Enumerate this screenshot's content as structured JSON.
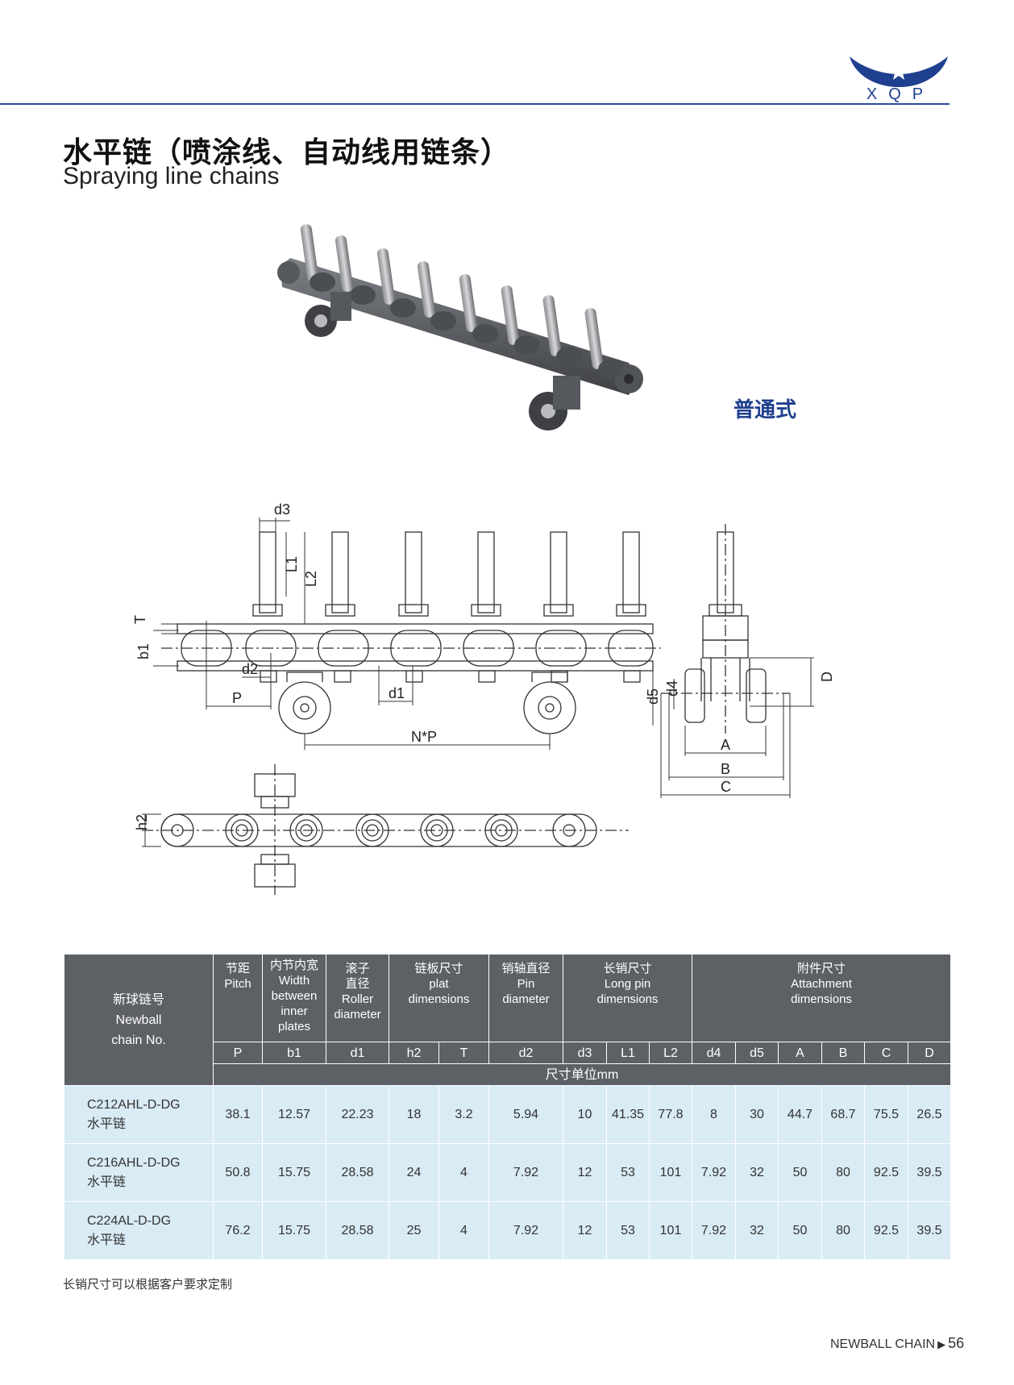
{
  "header": {
    "brand": "XQP",
    "brand_color": "#1f3f8f"
  },
  "title": {
    "cn": "水平链（喷涂线、自动线用链条）",
    "en": "Spraying line chains"
  },
  "product_photo": {
    "variant_label": "普通式"
  },
  "drawing": {
    "labels": {
      "d3": "d3",
      "L1": "L1",
      "L2": "L2",
      "T": "T",
      "b1": "b1",
      "d2": "d2",
      "P": "P",
      "d1": "d1",
      "NP": "N*P",
      "h2": "h2",
      "d5": "d5",
      "d4": "d4",
      "D": "D",
      "A": "A",
      "B": "B",
      "C": "C"
    }
  },
  "table": {
    "model_header": [
      "新球链号",
      "Newball",
      "chain No."
    ],
    "group_headers": [
      {
        "lines": [
          "节距",
          "Pitch"
        ]
      },
      {
        "lines": [
          "内节内宽",
          "Width",
          "between",
          "inner",
          "plates"
        ]
      },
      {
        "lines": [
          "滚子",
          "直径",
          "Roller",
          "diameter"
        ]
      },
      {
        "lines": [
          "链板尺寸",
          "plat",
          "dimensions"
        ]
      },
      {
        "lines": [
          "销轴直径",
          "Pin",
          "diameter"
        ]
      },
      {
        "lines": [
          "长销尺寸",
          "Long pin",
          "dimensions"
        ]
      },
      {
        "lines": [
          "附件尺寸",
          "Attachment",
          "dimensions"
        ]
      }
    ],
    "symbols": [
      "P",
      "b1",
      "d1",
      "h2",
      "T",
      "d2",
      "d3",
      "L1",
      "L2",
      "d4",
      "d5",
      "A",
      "B",
      "C",
      "D"
    ],
    "unit_note": "尺寸单位mm",
    "rows": [
      {
        "model": "C212AHL-D-DG",
        "name": "水平链",
        "values": [
          "38.1",
          "12.57",
          "22.23",
          "18",
          "3.2",
          "5.94",
          "10",
          "41.35",
          "77.8",
          "8",
          "30",
          "44.7",
          "68.7",
          "75.5",
          "26.5"
        ]
      },
      {
        "model": "C216AHL-D-DG",
        "name": "水平链",
        "values": [
          "50.8",
          "15.75",
          "28.58",
          "24",
          "4",
          "7.92",
          "12",
          "53",
          "101",
          "7.92",
          "32",
          "50",
          "80",
          "92.5",
          "39.5"
        ]
      },
      {
        "model": "C224AL-D-DG",
        "name": "水平链",
        "values": [
          "76.2",
          "15.75",
          "28.58",
          "25",
          "4",
          "7.92",
          "12",
          "53",
          "101",
          "7.92",
          "32",
          "50",
          "80",
          "92.5",
          "39.5"
        ]
      }
    ],
    "header_color": "#5d6064",
    "row_color": "#d9ebf5"
  },
  "footnote": "长销尺寸可以根据客户要求定制",
  "footer": {
    "brand": "NEWBALL CHAIN",
    "page": "56"
  }
}
